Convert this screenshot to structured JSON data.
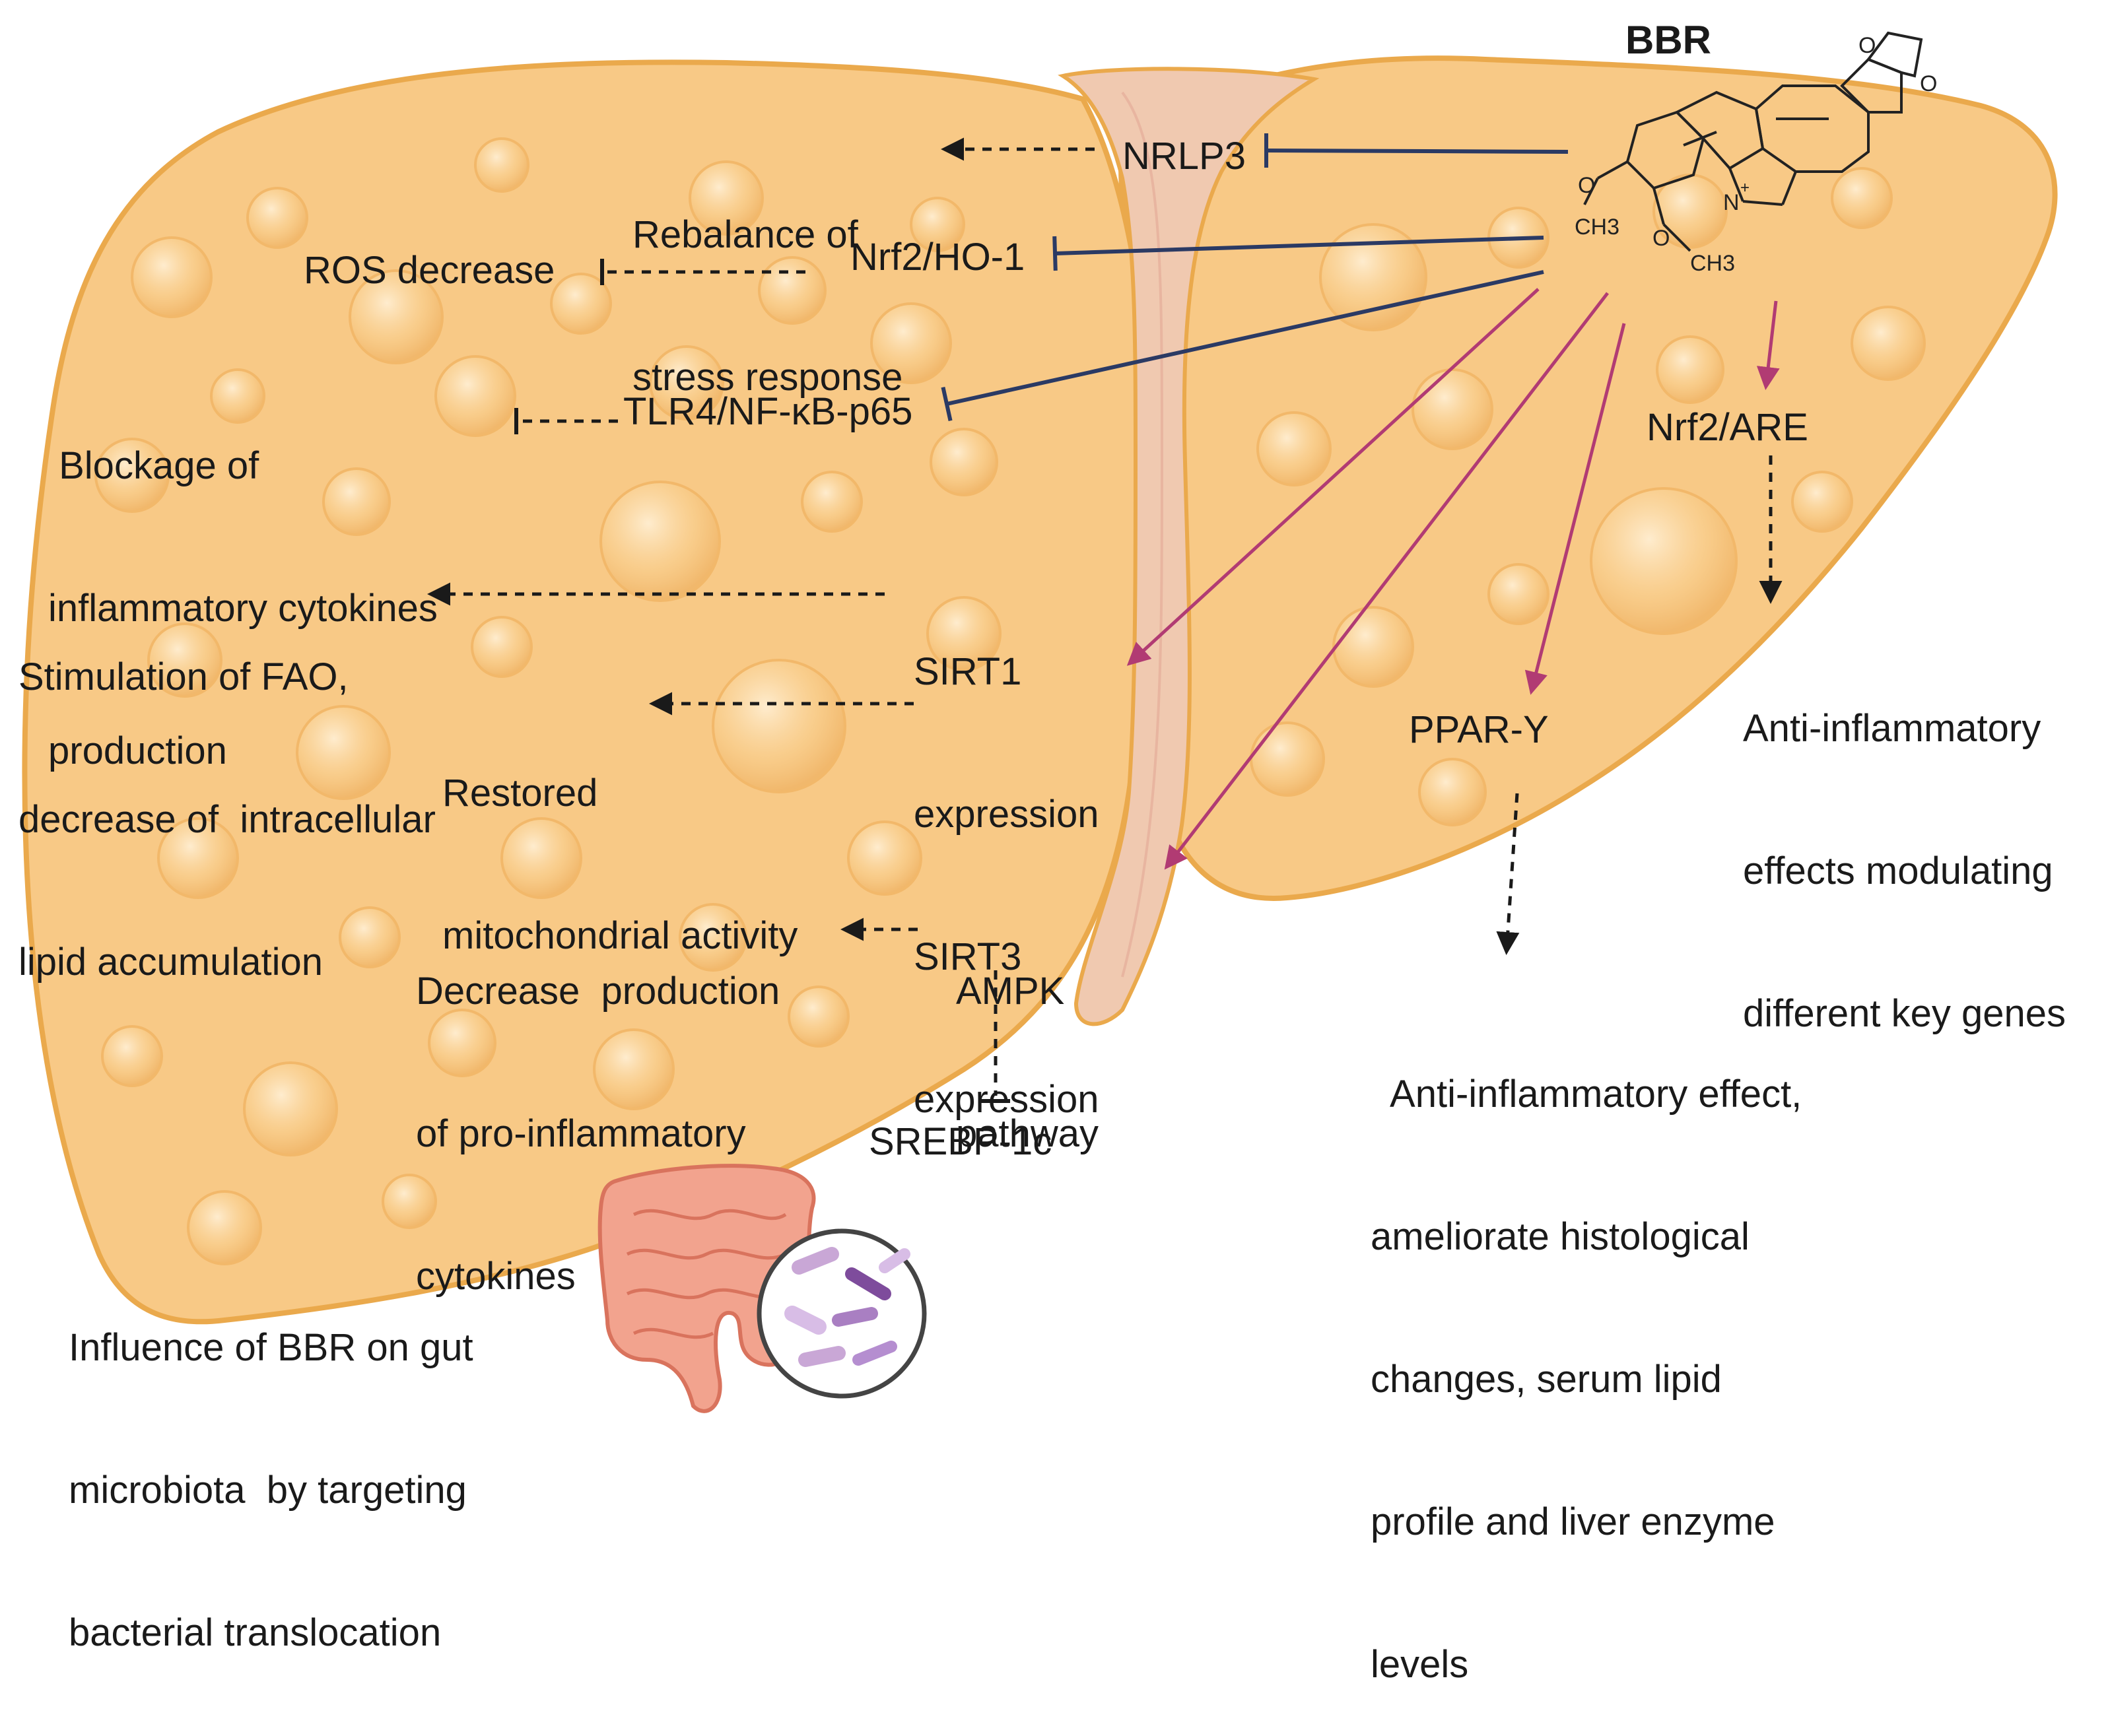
{
  "title": "BBR",
  "colors": {
    "liver_fill": "#f8c986",
    "liver_stroke": "#eaa94c",
    "vessel_fill": "#f0c9b0",
    "inhibit_line": "#2b3a64",
    "activate_line": "#b13b73",
    "dashed_arrow": "#1a1a1a"
  },
  "molecule": {
    "name": "BBR",
    "atoms": [
      "O",
      "O",
      "O",
      "O",
      "N",
      "+",
      "CH3",
      "CH3"
    ]
  },
  "targets": {
    "nrlp3": "NRLP3",
    "nrf2_ho1": "Nrf2/HO-1",
    "tlr4": "TLR4/NF-κB-p65",
    "sirt": [
      "SIRT1",
      "expression",
      "SIRT3",
      "expression"
    ],
    "ampk": [
      "AMPK",
      "pathway"
    ],
    "srebp": "SREBP-1c",
    "ppar": "PPAR-Y",
    "nrf2_are": "Nrf2/ARE"
  },
  "effects": {
    "rebalance": [
      "Rebalance of",
      "stress response"
    ],
    "ros": "ROS decrease",
    "cytokine_block": [
      " Blockage of",
      "inflammatory cytokines",
      "production"
    ],
    "fao": [
      "Stimulation of FAO,",
      "decrease of  intracellular",
      "lipid accumulation"
    ],
    "mito": [
      "Restored",
      "mitochondrial activity"
    ],
    "decrease_production": [
      "Decrease  production",
      "of pro-inflammatory",
      "cytokines"
    ],
    "anti_inflam_effect": [
      "  Anti-inflammatory effect,",
      "ameliorate histological",
      "changes, serum lipid",
      "profile and liver enzyme",
      "levels"
    ],
    "anti_inflam_genes": [
      "Anti-inflammatory",
      "effects modulating",
      "different key genes"
    ],
    "gut": [
      "Influence of BBR on gut",
      "microbiota  by targeting",
      "bacterial translocation"
    ]
  }
}
